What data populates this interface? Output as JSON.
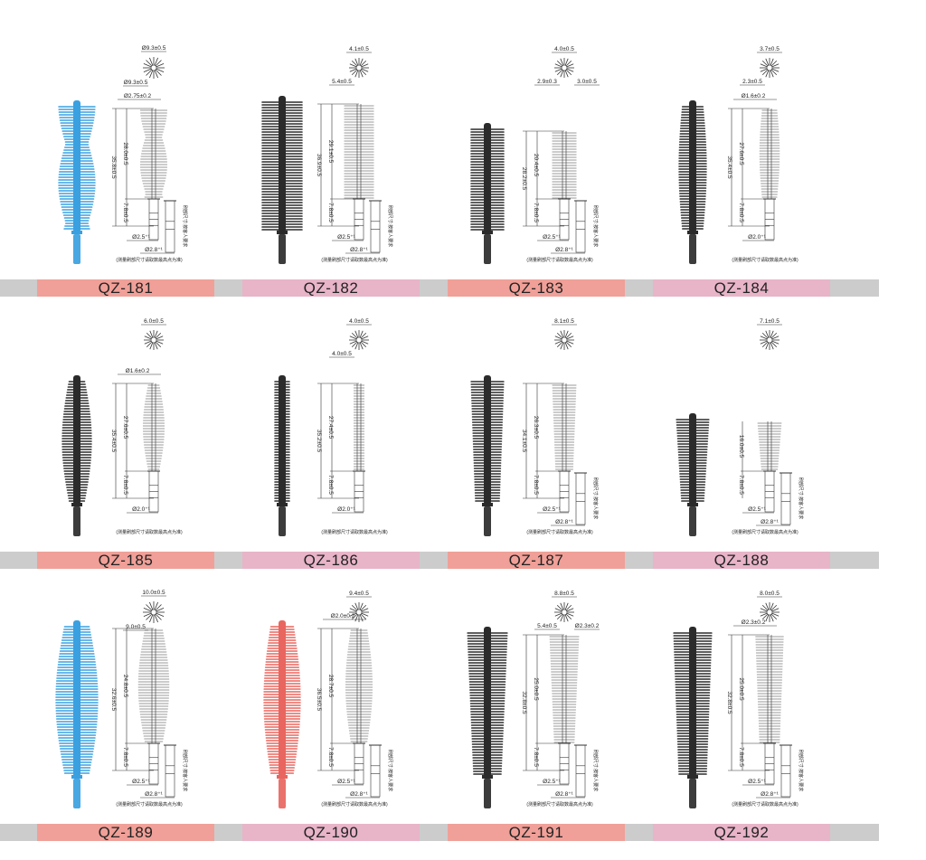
{
  "notes": {
    "measure_note": "(测量刷部尺寸请取数最高点为准)",
    "side_note": "刷部尺寸:按客人要求"
  },
  "colors": {
    "strip": "#cccccc",
    "label_salmon": "#f0a098",
    "label_pink": "#e8b4c8",
    "blue": "#3aa0e0",
    "black": "#2b2b2b",
    "red": "#e8665f"
  },
  "products": [
    {
      "code": "QZ-181",
      "brush_color": "#3aa0e0",
      "top_dims": [
        "Ø9.3±0.5",
        "Ø9.3±0.5"
      ],
      "core_dia": "Ø2.75±0.2",
      "overall": "35.8±0.5",
      "brush_len": "28.0±0.5",
      "neck": "7.8±0.5",
      "stem": "Ø2.5⁺¹",
      "ferrule": "Ø2.8⁺¹",
      "side_note": true
    },
    {
      "code": "QZ-182",
      "brush_color": "#2b2b2b",
      "top_dims": [
        "4.1±0.5",
        "5.4±0.5"
      ],
      "core_dia": "",
      "overall": "36.9±0.5",
      "brush_len": "29.1±0.5",
      "neck": "7.8±0.5",
      "stem": "Ø2.5⁺¹",
      "ferrule": "Ø2.8⁺¹",
      "side_note": true
    },
    {
      "code": "QZ-183",
      "brush_color": "#2b2b2b",
      "top_dims": [
        "4.0±0.5",
        "2.9±0.3",
        "3.0±0.5"
      ],
      "core_dia": "",
      "overall": "28.2±0.5",
      "brush_len": "20.4±0.5",
      "neck": "7.8±0.5",
      "stem": "Ø2.5⁺¹",
      "ferrule": "Ø2.8⁺¹",
      "side_note": true
    },
    {
      "code": "QZ-184",
      "brush_color": "#2b2b2b",
      "top_dims": [
        "3.7±0.5",
        "2.3±0.5"
      ],
      "core_dia": "Ø1.6±0.2",
      "overall": "35.4±0.5",
      "brush_len": "27.6±0.5",
      "neck": "7.8±0.5",
      "stem": "Ø2.0⁺¹",
      "ferrule": "",
      "side_note": false
    },
    {
      "code": "QZ-185",
      "brush_color": "#2b2b2b",
      "top_dims": [
        "6.0±0.5"
      ],
      "core_dia": "Ø1.6±0.2",
      "overall": "35.4±0.5",
      "brush_len": "27.6±0.5",
      "neck": "7.8±0.5",
      "stem": "Ø2.0⁺¹",
      "ferrule": "",
      "side_note": false
    },
    {
      "code": "QZ-186",
      "brush_color": "#2b2b2b",
      "top_dims": [
        "4.0±0.5",
        "4.0±0.5"
      ],
      "core_dia": "",
      "overall": "35.2±0.5",
      "brush_len": "27.4±0.5",
      "neck": "7.8±0.5",
      "stem": "Ø2.0⁺¹",
      "ferrule": "",
      "side_note": false
    },
    {
      "code": "QZ-187",
      "brush_color": "#2b2b2b",
      "top_dims": [
        "8.1±0.5"
      ],
      "core_dia": "",
      "overall": "34.1±0.5",
      "brush_len": "26.3±0.5",
      "neck": "7.8±0.5",
      "stem": "Ø2.5⁺¹",
      "ferrule": "Ø2.8⁺¹",
      "side_note": true
    },
    {
      "code": "QZ-188",
      "brush_color": "#2b2b2b",
      "top_dims": [
        "7.1±0.5"
      ],
      "core_dia": "",
      "overall": "",
      "brush_len": "16.0±0.5",
      "neck": "7.8±0.5",
      "stem": "Ø2.5⁺¹",
      "ferrule": "Ø2.8⁺¹",
      "side_note": true
    },
    {
      "code": "QZ-189",
      "brush_color": "#3aa0e0",
      "top_dims": [
        "10.0±0.5",
        "9.0±0.5"
      ],
      "core_dia": "",
      "overall": "32.6±0.5",
      "brush_len": "24.8±0.5",
      "neck": "7.8±0.5",
      "stem": "Ø2.5⁺¹",
      "ferrule": "Ø2.8⁺¹",
      "side_note": true
    },
    {
      "code": "QZ-190",
      "brush_color": "#e8665f",
      "top_dims": [
        "9.4±0.5"
      ],
      "core_dia": "Ø2.0±0.2",
      "overall": "36.5±0.5",
      "brush_len": "28.7±0.5",
      "neck": "7.8±0.5",
      "stem": "Ø2.5⁺¹",
      "ferrule": "Ø2.8⁺¹",
      "side_note": true
    },
    {
      "code": "QZ-191",
      "brush_color": "#2b2b2b",
      "top_dims": [
        "8.8±0.5",
        "5.4±0.5",
        "Ø2.3±0.2"
      ],
      "core_dia": "",
      "overall": "32.8±0.5",
      "brush_len": "25.0±0.5",
      "neck": "7.8±0.5",
      "stem": "Ø2.5⁺¹",
      "ferrule": "Ø2.8⁺¹",
      "side_note": true
    },
    {
      "code": "QZ-192",
      "brush_color": "#2b2b2b",
      "top_dims": [
        "8.0±0.5"
      ],
      "core_dia": "Ø2.3±0.2",
      "overall": "32.8±0.5",
      "brush_len": "25.0±0.5",
      "neck": "7.8±0.5",
      "stem": "Ø2.5⁺¹",
      "ferrule": "Ø2.8⁺¹",
      "side_note": true
    }
  ]
}
